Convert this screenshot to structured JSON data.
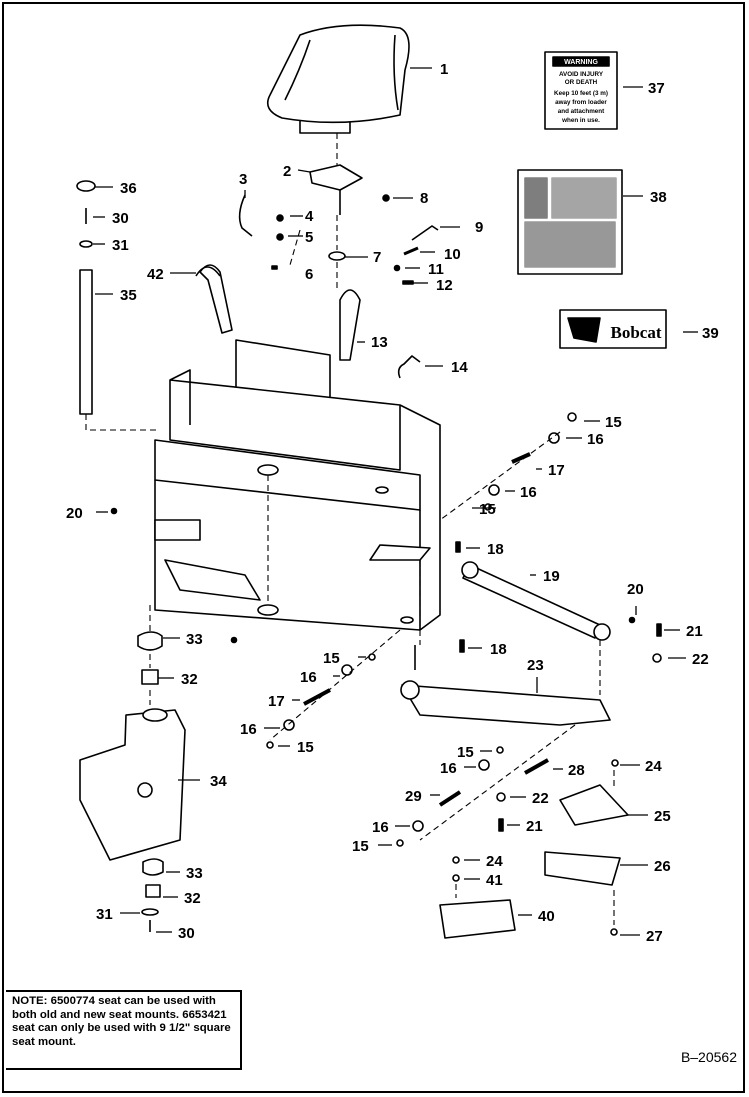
{
  "note": {
    "prefix": "NOTE:",
    "text": "6500774 seat can be used with both old and new seat mounts. 6653421 seat can only be used with 9 1/2\" square seat mount."
  },
  "document_id": "B–20562",
  "decals": {
    "warning_title": "WARNING",
    "warning_lines": [
      "AVOID INJURY",
      "OR DEATH",
      "Keep 10 feet (3 m)",
      "away from loader",
      "and attachment",
      "when in use."
    ],
    "brand": "Bobcat"
  },
  "callouts": [
    "1",
    "2",
    "3",
    "4",
    "5",
    "6",
    "7",
    "8",
    "9",
    "10",
    "11",
    "12",
    "13",
    "14",
    "15",
    "15",
    "15",
    "15",
    "15",
    "15",
    "16",
    "16",
    "16",
    "16",
    "16",
    "16",
    "17",
    "17",
    "18",
    "18",
    "19",
    "20",
    "20",
    "21",
    "21",
    "22",
    "22",
    "23",
    "24",
    "24",
    "25",
    "26",
    "27",
    "28",
    "29",
    "30",
    "30",
    "31",
    "31",
    "32",
    "32",
    "33",
    "33",
    "34",
    "35",
    "36",
    "37",
    "38",
    "39",
    "40",
    "41",
    "42"
  ]
}
